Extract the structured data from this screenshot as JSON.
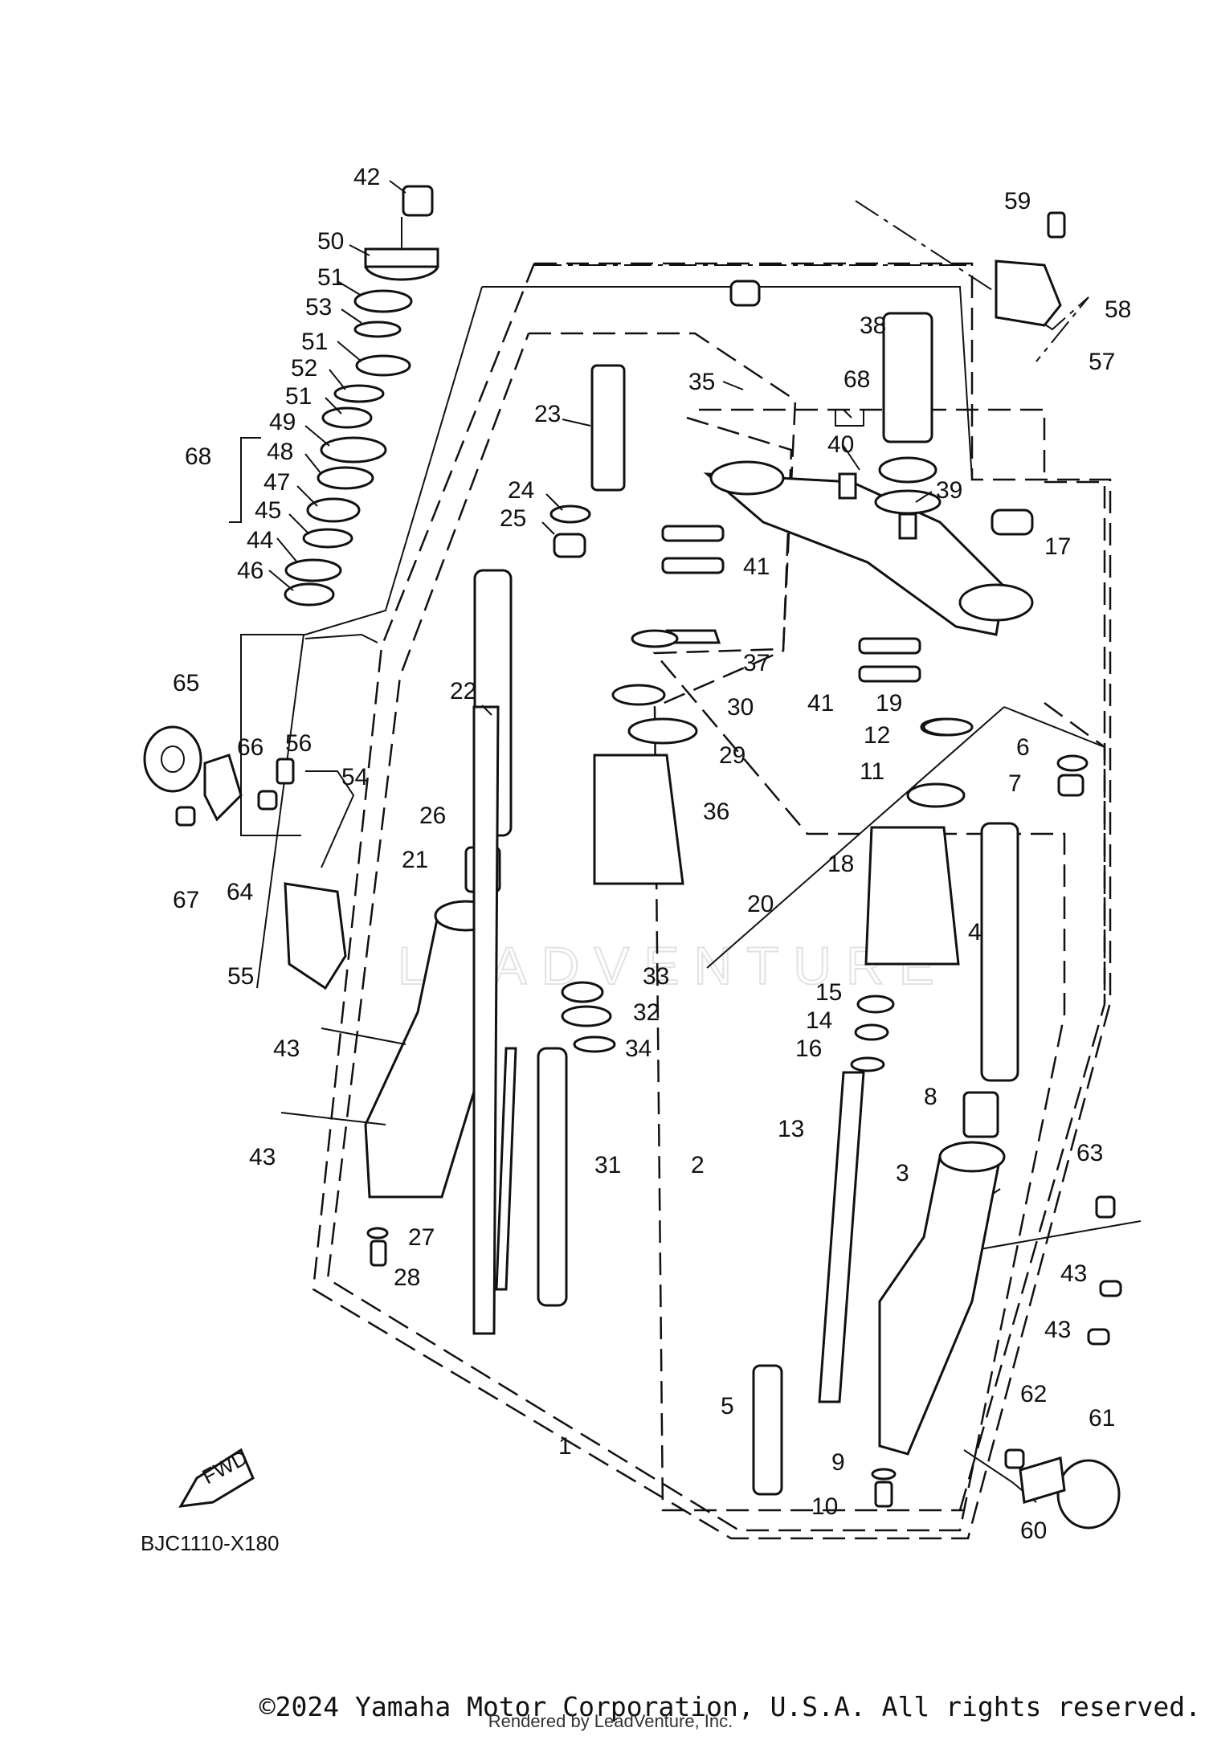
{
  "diagram": {
    "diagram_code": "BJC1110-X180",
    "fwd_label": "FWD",
    "watermark": "LEADVENTURE",
    "callouts": [
      "1",
      "2",
      "3",
      "4",
      "5",
      "6",
      "7",
      "8",
      "9",
      "10",
      "11",
      "12",
      "13",
      "14",
      "15",
      "16",
      "17",
      "18",
      "19",
      "20",
      "21",
      "22",
      "23",
      "24",
      "25",
      "26",
      "27",
      "28",
      "29",
      "30",
      "31",
      "32",
      "33",
      "34",
      "35",
      "36",
      "37",
      "38",
      "39",
      "40",
      "41",
      "41",
      "42",
      "43",
      "43",
      "43",
      "43",
      "44",
      "45",
      "46",
      "47",
      "48",
      "49",
      "50",
      "51",
      "51",
      "51",
      "52",
      "53",
      "54",
      "55",
      "56",
      "57",
      "58",
      "59",
      "60",
      "61",
      "62",
      "63",
      "64",
      "65",
      "66",
      "67",
      "68",
      "68"
    ]
  },
  "footer": {
    "copyright": "©2024 Yamaha Motor Corporation, U.S.A. All rights reserved.",
    "rendered_by": "Rendered by LeadVenture, Inc."
  }
}
